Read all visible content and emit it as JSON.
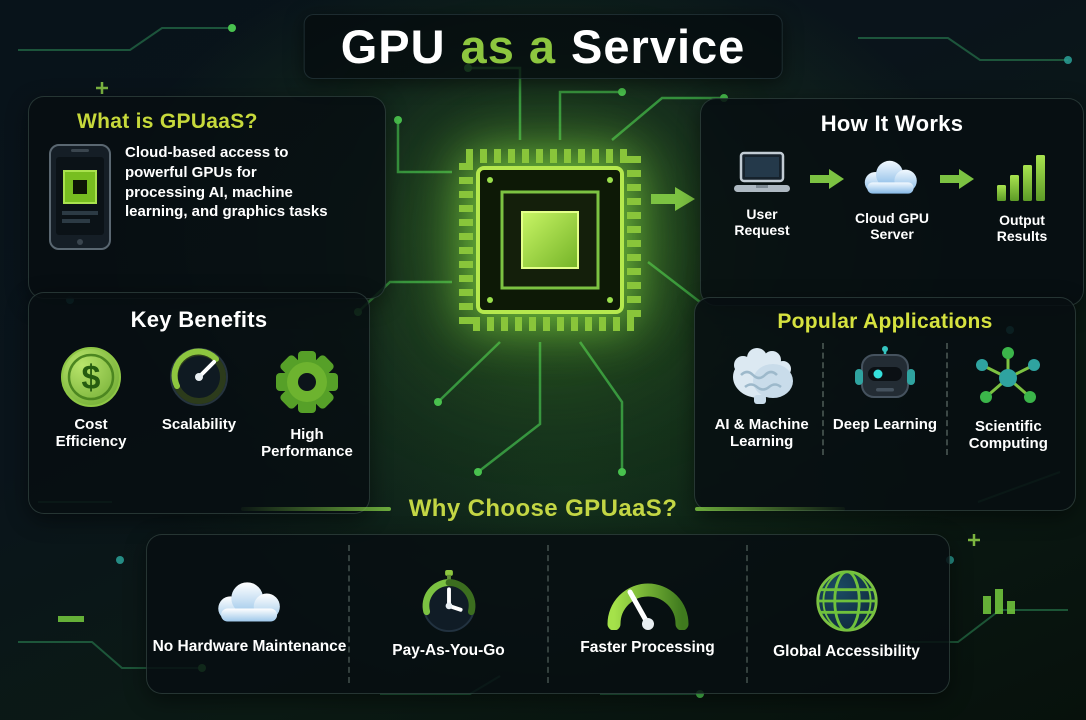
{
  "title": {
    "part1": "GPU",
    "part2": "as a",
    "part3": "Service"
  },
  "what_is": {
    "heading": "What is GPUaaS?",
    "body": "Cloud-based access to powerful GPUs for processing AI, machine learning, and graphics tasks",
    "icon": "smartphone-gpu-icon"
  },
  "how_it_works": {
    "heading": "How It Works",
    "steps": [
      {
        "label": "User Request",
        "icon": "laptop-icon"
      },
      {
        "label": "Cloud GPU Server",
        "icon": "cloud-icon"
      },
      {
        "label": "Output Results",
        "icon": "bar-chart-icon"
      }
    ]
  },
  "key_benefits": {
    "heading": "Key Benefits",
    "items": [
      {
        "label": "Cost Efficiency",
        "icon": "dollar-coin-icon"
      },
      {
        "label": "Scalability",
        "icon": "gauge-icon"
      },
      {
        "label": "High Performance",
        "icon": "gear-icon"
      }
    ]
  },
  "popular_applications": {
    "heading": "Popular Applications",
    "items": [
      {
        "label": "AI & Machine Learning",
        "icon": "brain-icon"
      },
      {
        "label": "Deep Learning",
        "icon": "robot-head-icon"
      },
      {
        "label": "Scientific Computing",
        "icon": "molecule-icon"
      }
    ]
  },
  "why_choose": {
    "heading": "Why Choose GPUaaS?",
    "items": [
      {
        "label": "No Hardware Maintenance",
        "icon": "cloud-icon"
      },
      {
        "label": "Pay-As-You-Go",
        "icon": "stopwatch-icon"
      },
      {
        "label": "Faster Processing",
        "icon": "speedometer-icon"
      },
      {
        "label": "Global Accessibility",
        "icon": "globe-icon"
      }
    ]
  },
  "colors": {
    "accent_green": "#8dc63f",
    "heading_lime": "#c7d93b",
    "background_dark": "#08131a",
    "text_white": "#ffffff",
    "cloud_blue": "#8fc3e8",
    "teal": "#2fa3a0"
  }
}
